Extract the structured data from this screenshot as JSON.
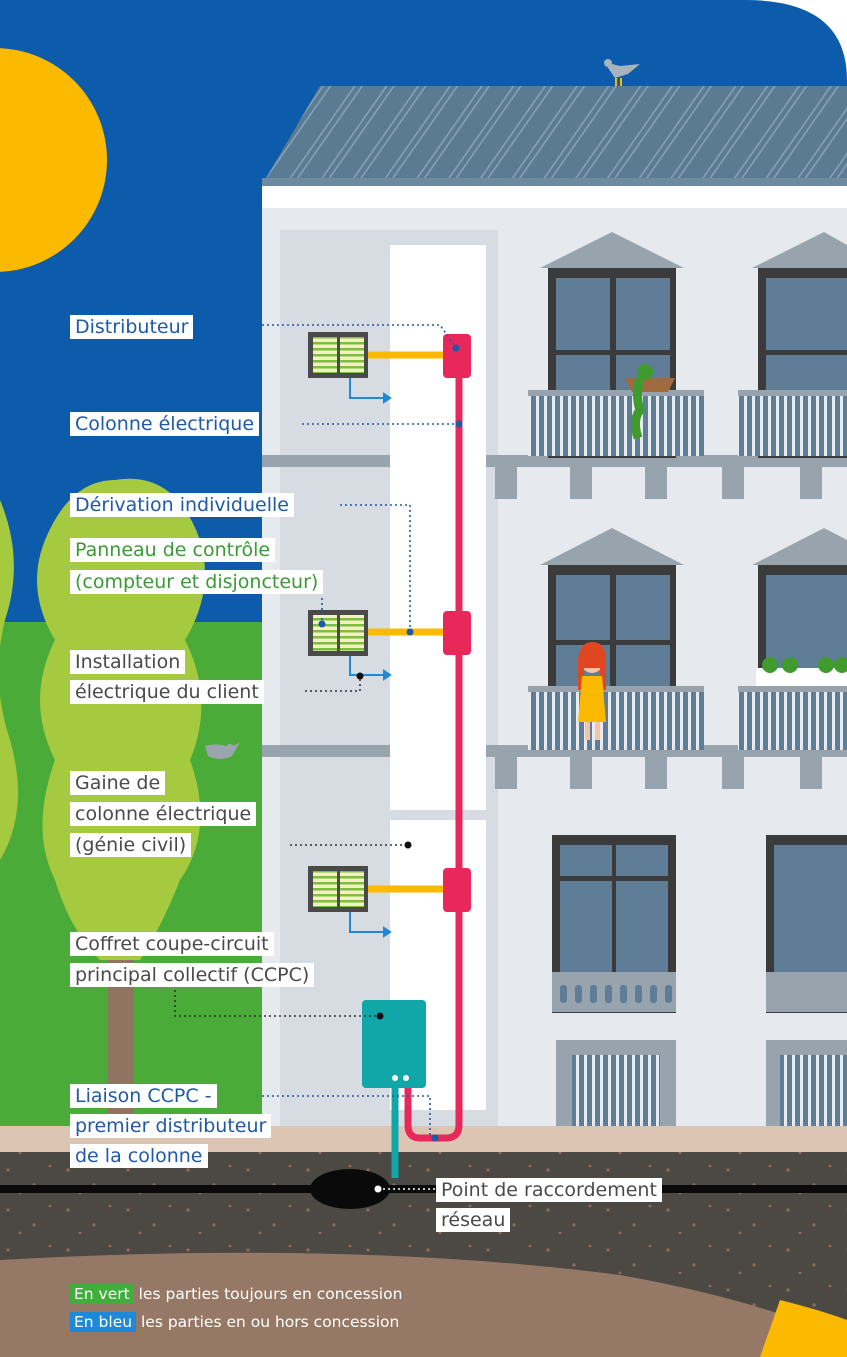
{
  "labels": {
    "distributeur": "Distributeur",
    "colonne": "Colonne électrique",
    "derivation": "Dérivation individuelle",
    "panneau_1": "Panneau de contrôle",
    "panneau_2": "(compteur et disjoncteur)",
    "installation_1": "Installation",
    "installation_2": "électrique du client",
    "gaine_1": "Gaine de",
    "gaine_2": "colonne électrique",
    "gaine_3": "(génie civil)",
    "coffret_1": "Coffret coupe-circuit",
    "coffret_2": "principal collectif (CCPC)",
    "liaison_1": "Liaison CCPC -",
    "liaison_2": "premier distributeur",
    "liaison_3": "de la colonne",
    "point_1": "Point de raccordement",
    "point_2": "réseau"
  },
  "legend": {
    "green_chip": "En vert",
    "green_text": " les parties toujours en concession",
    "blue_chip": "En bleu",
    "blue_text": " les parties en ou hors concession"
  },
  "colors": {
    "sky": "#0d5bab",
    "grass": "#4aab38",
    "sun": "#fbb900",
    "facade": "#e6eaef",
    "roof": "#5b7b93",
    "column_red": "#e8285a",
    "derivation_yellow": "#fbb900",
    "ccpc_teal": "#11a7a9",
    "label_blue": "#1f5aa6",
    "label_green": "#3a9b34",
    "soil": "#4c4843",
    "ground_brown": "#957966"
  }
}
